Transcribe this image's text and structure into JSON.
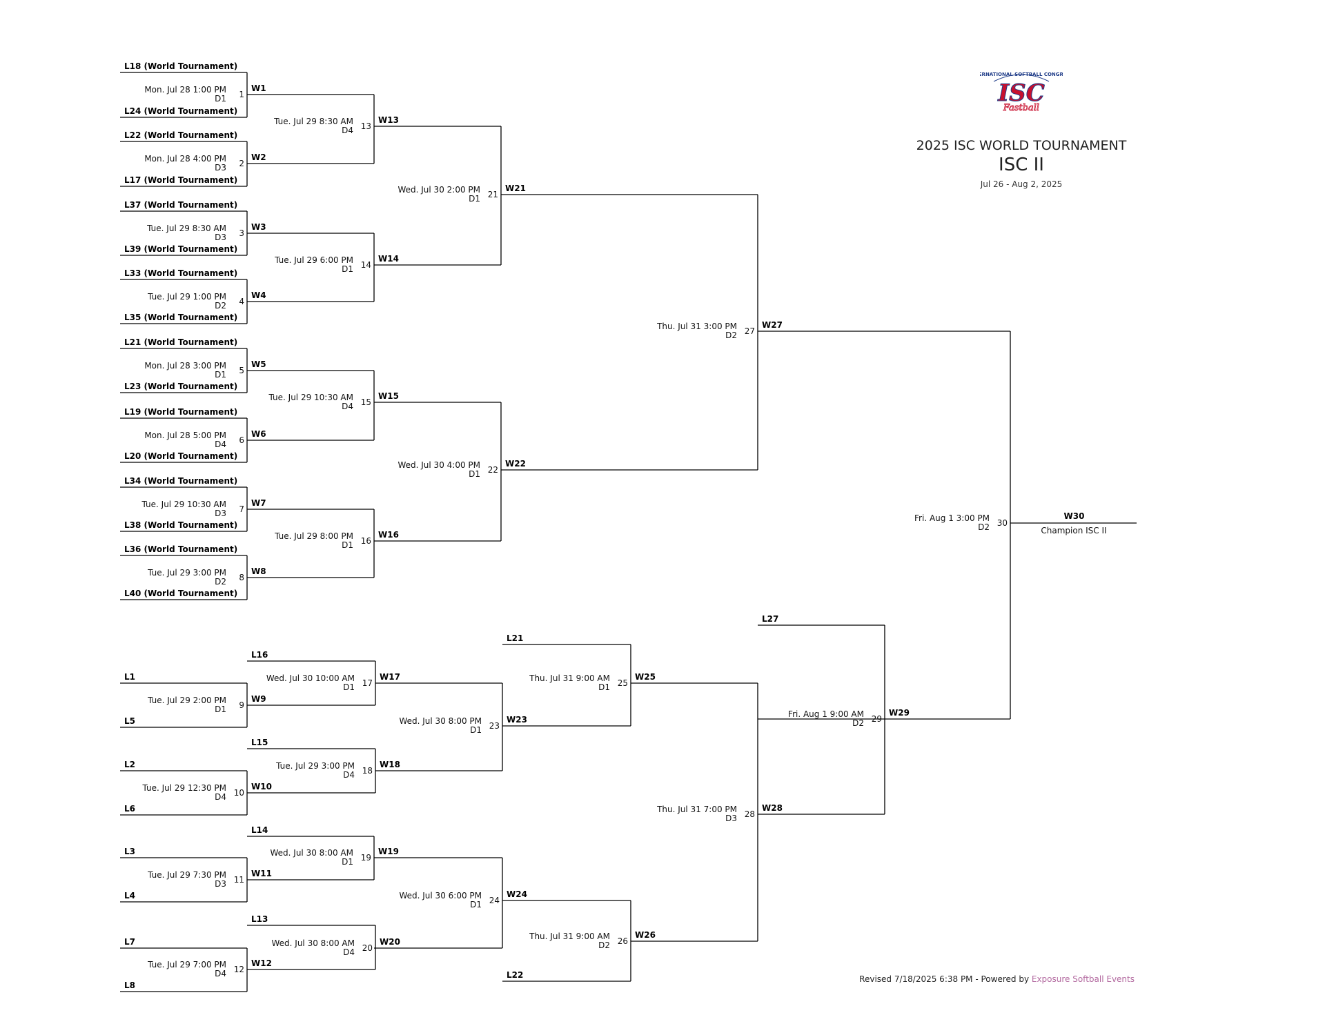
{
  "header": {
    "logo_top_text": "INTERNATIONAL SOFTBALL CONGRESS",
    "logo_mark": "ISC",
    "logo_script": "Fastball",
    "title": "2025 ISC WORLD TOURNAMENT",
    "subtitle": "ISC II",
    "dates": "Jul 26 - Aug 2, 2025"
  },
  "champion_label": "Champion ISC II",
  "footer": {
    "revised": "Revised 7/18/2025 6:38 PM - Powered by ",
    "link": "Exposure Softball Events"
  },
  "colors": {
    "line": "#000000",
    "link": "#b36aa0",
    "logo_red": "#c8102e",
    "logo_blue": "#1f3c88"
  },
  "games": [
    {
      "num": "1",
      "when": "Mon. Jul 28 1:00 PM",
      "field": "D1",
      "top": "L18 (World Tournament)",
      "bottom": "L24 (World Tournament)",
      "winner": "W1"
    },
    {
      "num": "2",
      "when": "Mon. Jul 28 4:00 PM",
      "field": "D3",
      "top": "L22 (World Tournament)",
      "bottom": "L17 (World Tournament)",
      "winner": "W2"
    },
    {
      "num": "3",
      "when": "Tue. Jul 29 8:30 AM",
      "field": "D3",
      "top": "L37 (World Tournament)",
      "bottom": "L39 (World Tournament)",
      "winner": "W3"
    },
    {
      "num": "4",
      "when": "Tue. Jul 29 1:00 PM",
      "field": "D2",
      "top": "L33 (World Tournament)",
      "bottom": "L35 (World Tournament)",
      "winner": "W4"
    },
    {
      "num": "5",
      "when": "Mon. Jul 28 3:00 PM",
      "field": "D1",
      "top": "L21 (World Tournament)",
      "bottom": "L23 (World Tournament)",
      "winner": "W5"
    },
    {
      "num": "6",
      "when": "Mon. Jul 28 5:00 PM",
      "field": "D4",
      "top": "L19 (World Tournament)",
      "bottom": "L20 (World Tournament)",
      "winner": "W6"
    },
    {
      "num": "7",
      "when": "Tue. Jul 29 10:30 AM",
      "field": "D3",
      "top": "L34 (World Tournament)",
      "bottom": "L38 (World Tournament)",
      "winner": "W7"
    },
    {
      "num": "8",
      "when": "Tue. Jul 29 3:00 PM",
      "field": "D2",
      "top": "L36 (World Tournament)",
      "bottom": "L40 (World Tournament)",
      "winner": "W8"
    },
    {
      "num": "13",
      "when": "Tue. Jul 29 8:30 AM",
      "field": "D4",
      "winner": "W13"
    },
    {
      "num": "14",
      "when": "Tue. Jul 29 6:00 PM",
      "field": "D1",
      "winner": "W14"
    },
    {
      "num": "15",
      "when": "Tue. Jul 29 10:30 AM",
      "field": "D4",
      "winner": "W15"
    },
    {
      "num": "16",
      "when": "Tue. Jul 29 8:00 PM",
      "field": "D1",
      "winner": "W16"
    },
    {
      "num": "21",
      "when": "Wed. Jul 30 2:00 PM",
      "field": "D1",
      "winner": "W21"
    },
    {
      "num": "22",
      "when": "Wed. Jul 30 4:00 PM",
      "field": "D1",
      "winner": "W22"
    },
    {
      "num": "27",
      "when": "Thu. Jul 31 3:00 PM",
      "field": "D2",
      "winner": "W27"
    },
    {
      "num": "30",
      "when": "Fri. Aug 1 3:00 PM",
      "field": "D2",
      "winner": "W30"
    },
    {
      "num": "9",
      "when": "Tue. Jul 29 2:00 PM",
      "field": "D1",
      "top": "L1",
      "bottom": "L5",
      "winner": "W9"
    },
    {
      "num": "10",
      "when": "Tue. Jul 29 12:30 PM",
      "field": "D4",
      "top": "L2",
      "bottom": "L6",
      "winner": "W10"
    },
    {
      "num": "11",
      "when": "Tue. Jul 29 7:30 PM",
      "field": "D3",
      "top": "L3",
      "bottom": "L4",
      "winner": "W11"
    },
    {
      "num": "12",
      "when": "Tue. Jul 29 7:00 PM",
      "field": "D4",
      "top": "L7",
      "bottom": "L8",
      "winner": "W12"
    },
    {
      "num": "17",
      "when": "Wed. Jul 30 10:00 AM",
      "field": "D1",
      "top": "L16",
      "winner": "W17"
    },
    {
      "num": "18",
      "when": "Tue. Jul 29 3:00 PM",
      "field": "D4",
      "top": "L15",
      "winner": "W18"
    },
    {
      "num": "19",
      "when": "Wed. Jul 30 8:00 AM",
      "field": "D1",
      "top": "L14",
      "winner": "W19"
    },
    {
      "num": "20",
      "when": "Wed. Jul 30 8:00 AM",
      "field": "D4",
      "top": "L13",
      "winner": "W20"
    },
    {
      "num": "23",
      "when": "Wed. Jul 30 8:00 PM",
      "field": "D1",
      "winner": "W23"
    },
    {
      "num": "24",
      "when": "Wed. Jul 30 6:00 PM",
      "field": "D1",
      "winner": "W24"
    },
    {
      "num": "25",
      "when": "Thu. Jul 31 9:00 AM",
      "field": "D1",
      "top": "L21",
      "winner": "W25"
    },
    {
      "num": "26",
      "when": "Thu. Jul 31 9:00 AM",
      "field": "D2",
      "bottom": "L22",
      "winner": "W26"
    },
    {
      "num": "28",
      "when": "Thu. Jul 31 7:00 PM",
      "field": "D3",
      "winner": "W28"
    },
    {
      "num": "29",
      "when": "Fri. Aug 1 9:00 AM",
      "field": "D2",
      "top": "L27",
      "winner": "W29"
    }
  ]
}
